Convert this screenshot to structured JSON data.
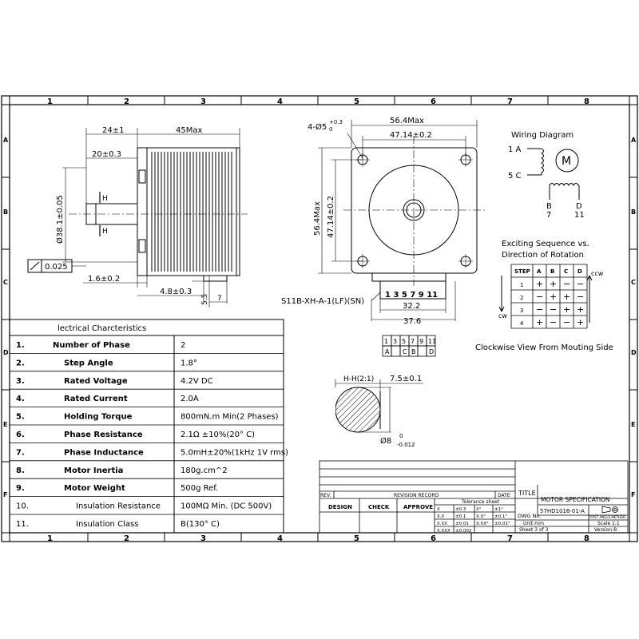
{
  "grid": {
    "cols": [
      "1",
      "2",
      "3",
      "4",
      "5",
      "6",
      "7",
      "8"
    ],
    "rows": [
      "A",
      "B",
      "C",
      "D",
      "E",
      "F"
    ]
  },
  "side_view": {
    "dim_shaft_len": "24±1",
    "dim_body_len": "45Max",
    "dim_flange": "20±0.3",
    "dim_diameter": "Ø38.1±0.05",
    "section_mark": "H",
    "tolerance": "0.025",
    "dim_flange_thk": "1.6±0.2",
    "dim_connector": "4.8±0.3",
    "dim_55": "5.5",
    "dim_7": "7"
  },
  "front_view": {
    "holes": "4-Ø5",
    "holes_sup": "+0.3",
    "holes_sub": "0",
    "dim_width": "56.4Max",
    "dim_hole_spacing": "47.14±0.2",
    "dim_height": "56.4Max",
    "dim_hole_spacing_v": "47.14±0.2",
    "connector_label": "S11B-XH-A-1(LF)(SN)",
    "pins": "1 3 5 7 9 11",
    "dim_32": "32.2",
    "dim_37": "37.6"
  },
  "pin_table": {
    "numbers": [
      "1",
      "3",
      "5",
      "7",
      "9",
      "11"
    ],
    "phases": [
      "A",
      "",
      "C",
      "B",
      "",
      "D"
    ]
  },
  "section": {
    "title": "H-H(2:1)",
    "dim_flat": "7.5±0.1",
    "dim_dia": "Ø8",
    "dim_dia_sup": "0",
    "dim_dia_sub": "-0.012"
  },
  "wiring": {
    "title": "Wiring Diagram",
    "a_label": "1 A",
    "c_label": "5 C",
    "motor": "M",
    "b_label": "B",
    "b_pin": "7",
    "d_label": "D",
    "d_pin": "11"
  },
  "sequence": {
    "title1": "Exciting Sequence vs.",
    "title2": "Direction of Rotation",
    "headers": [
      "STEP",
      "A",
      "B",
      "C",
      "D"
    ],
    "rows": [
      [
        "1",
        "+",
        "+",
        "−",
        "−"
      ],
      [
        "2",
        "−",
        "+",
        "+",
        "−"
      ],
      [
        "3",
        "−",
        "−",
        "+",
        "+"
      ],
      [
        "4",
        "+",
        "−",
        "−",
        "+"
      ]
    ],
    "ccw": "ccw",
    "cw": "cw"
  },
  "view_caption": "Clockwise View From Mouting Side",
  "electrical": {
    "title": "lectrical Charcteristics",
    "rows": [
      {
        "no": "1.",
        "name": "Number of Phase",
        "value": "2"
      },
      {
        "no": "2.",
        "name": "Step Angle",
        "value": "1.8°"
      },
      {
        "no": "3.",
        "name": "Rated Voltage",
        "value": "4.2V DC"
      },
      {
        "no": "4.",
        "name": "Rated Current",
        "value": "2.0A"
      },
      {
        "no": "5.",
        "name": "Holding Torque",
        "value": "800mN.m Min(2 Phases)"
      },
      {
        "no": "6.",
        "name": "Phase Resistance",
        "value": "2.1Ω ±10%(20° C)"
      },
      {
        "no": "7.",
        "name": "Phase Inductance",
        "value": "5.0mH±20%(1kHz 1V rms)"
      },
      {
        "no": "8.",
        "name": "Motor Inertia",
        "value": "180g.cm^2"
      },
      {
        "no": "9.",
        "name": "Motor Weight",
        "value": "500g Ref."
      },
      {
        "no": "10.",
        "name": "Insulation Resistance",
        "value": "100MΩ Min. (DC 500V)"
      },
      {
        "no": "11.",
        "name": "Insulation Class",
        "value": "B(130° C)"
      }
    ]
  },
  "title_block": {
    "rev": "REV.",
    "revision_record": "REVISION RECORD",
    "date": "DATE",
    "design": "DESIGN",
    "check": "CHECK",
    "approve": "APPROVE",
    "tolerance_sheet": "Tolerance sheet",
    "tol": [
      [
        "X",
        "±0.3",
        "X°",
        "±1°"
      ],
      [
        "X.X",
        "±0.1",
        "X.X°",
        "±0.1°"
      ],
      [
        "X.XX",
        "±0.01",
        "X.XX°",
        "±0.01°"
      ],
      [
        "X.XXX",
        "±0.002",
        "",
        ""
      ]
    ],
    "title_label": "TITLE",
    "title_value": "MOTOR SPECIFICATION",
    "dwg_label": "DWG No.",
    "dwg_value": "57HD1016-01-A",
    "method": "FIRST ANGLE METHOD",
    "unit": "Unit:mm",
    "scale": "Scale 1:1",
    "sheet": "Sheet 3 of 3",
    "version": "Version:B"
  }
}
